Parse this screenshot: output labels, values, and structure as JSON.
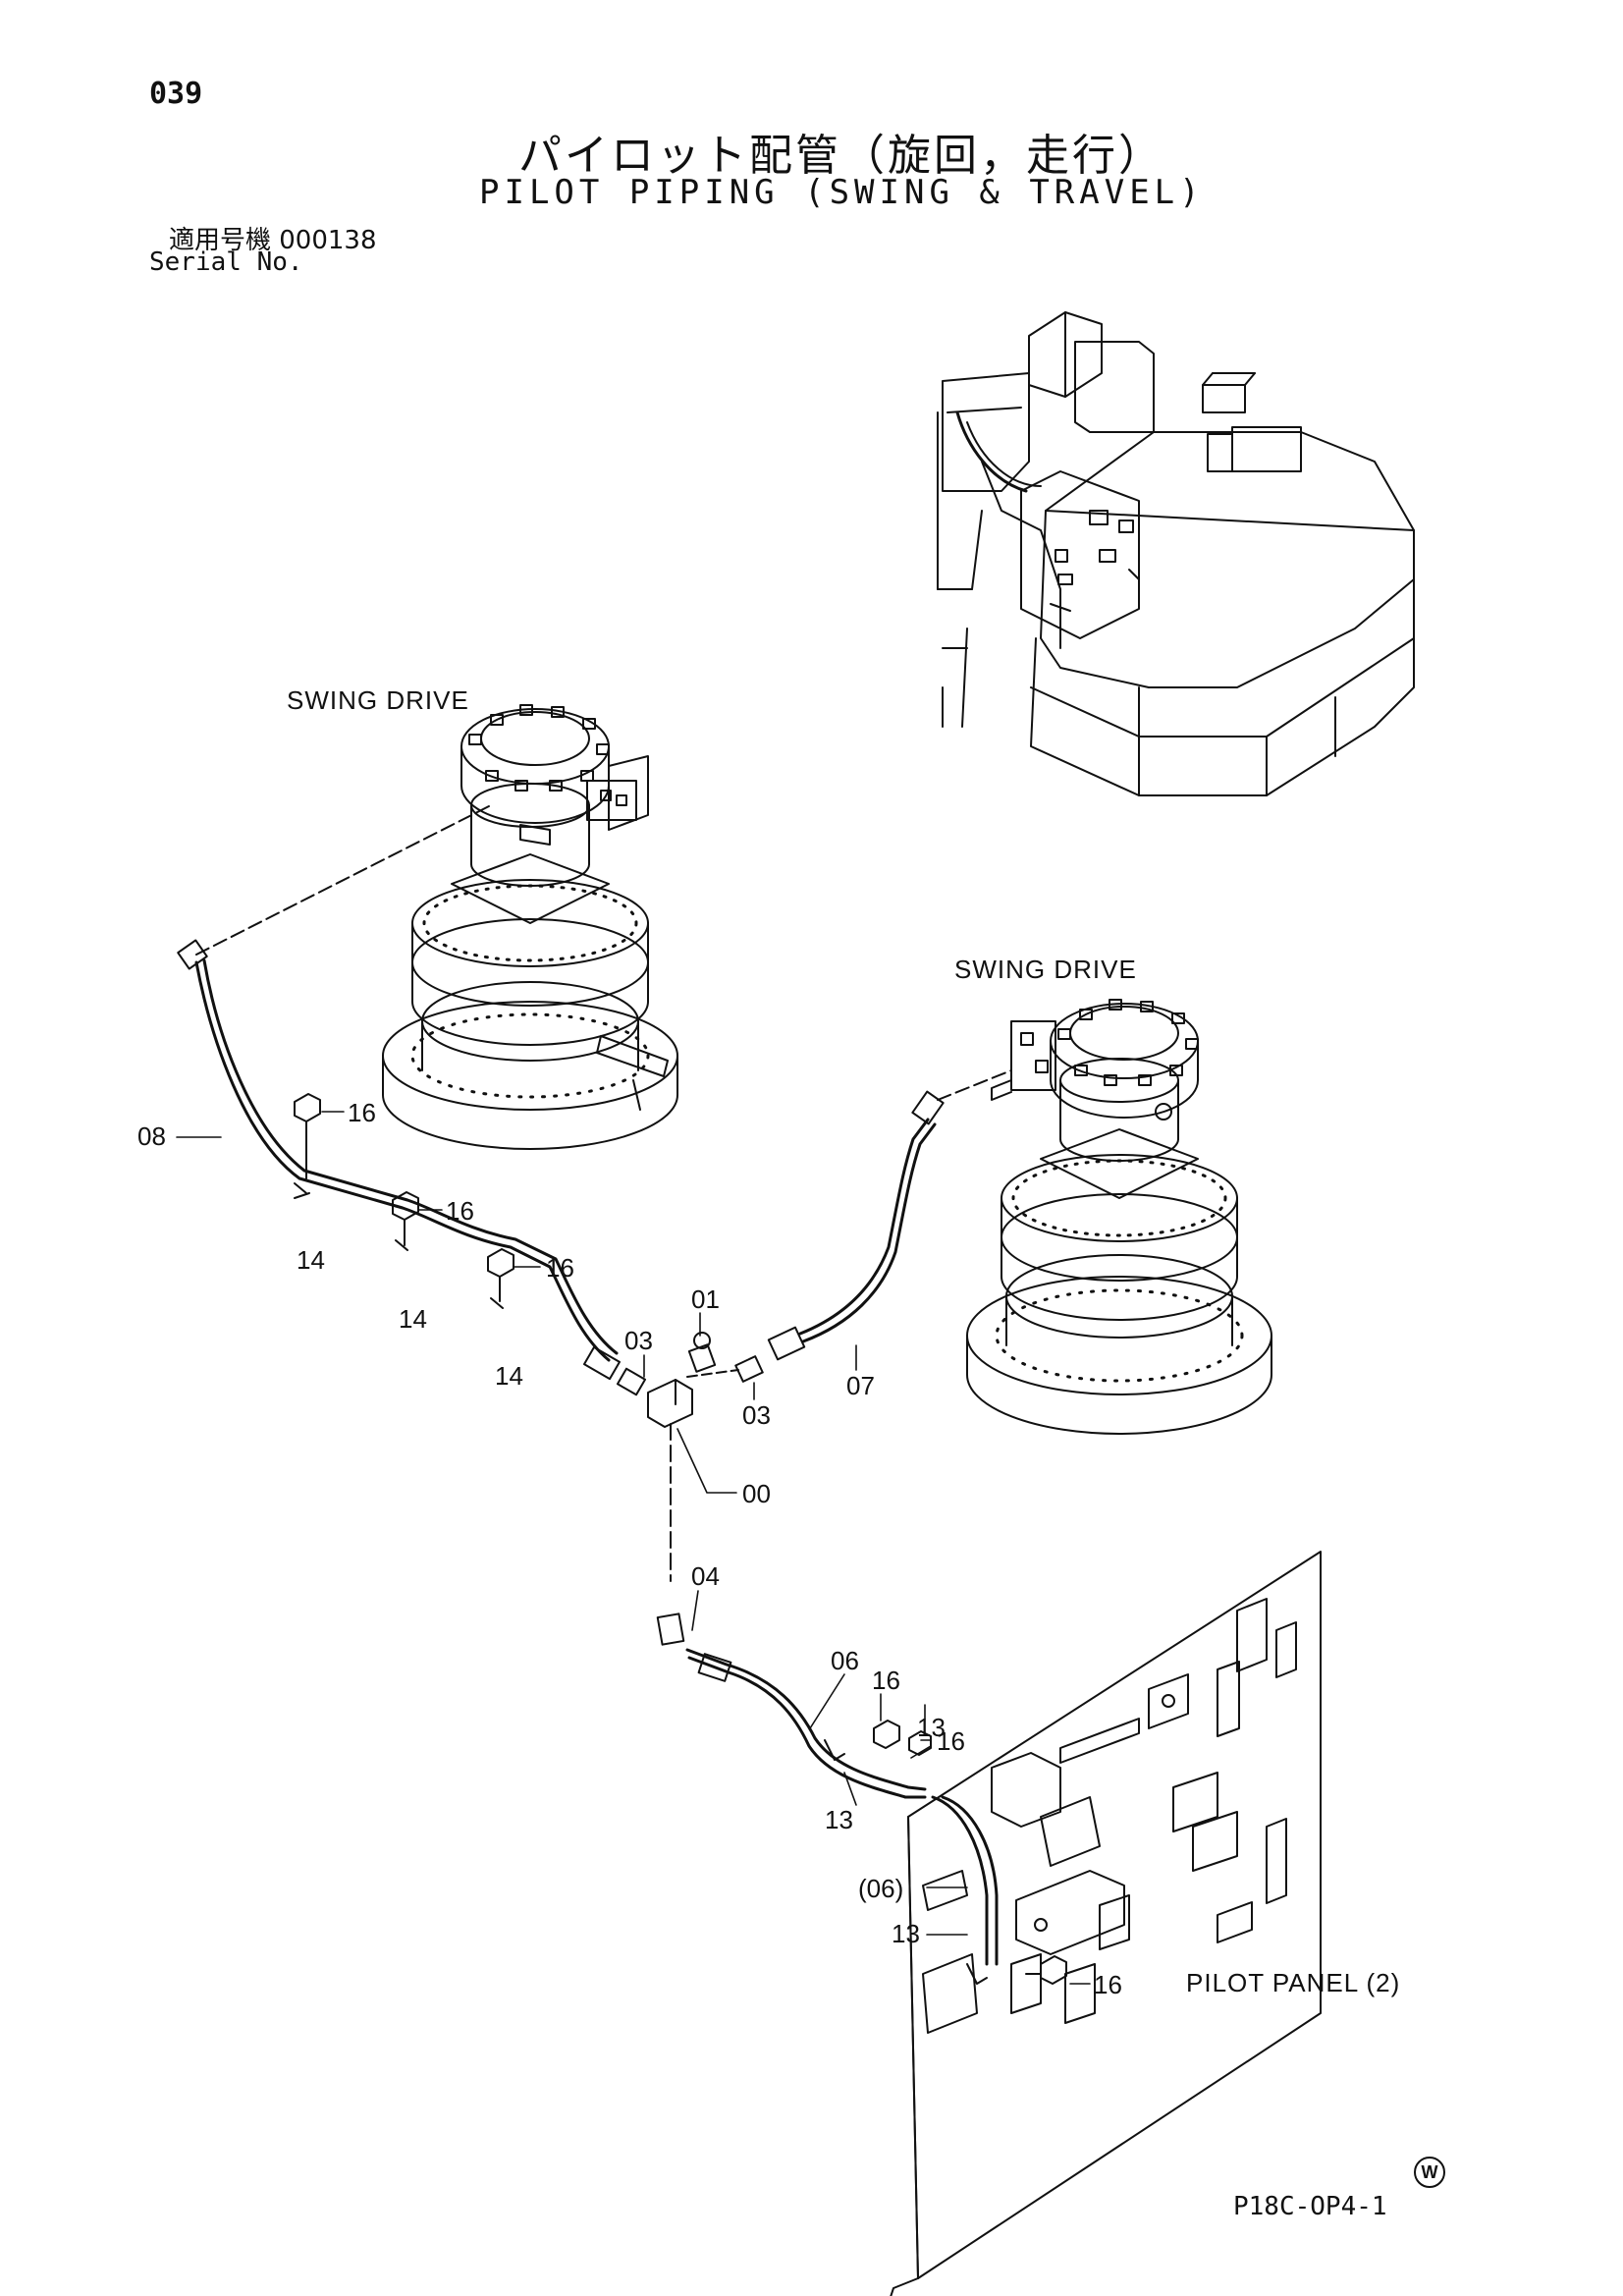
{
  "header": {
    "page_number": "039",
    "title_jp": "パイロット配管（旋回，走行）",
    "title_en": "PILOT PIPING (SWING & TRAVEL)",
    "serial_jp": "適用号機 000138",
    "serial_en": "Serial No."
  },
  "assemblies": {
    "swing_drive_left": "SWING DRIVE",
    "swing_drive_right": "SWING DRIVE",
    "pilot_panel": "PILOT PANEL (2)"
  },
  "callouts": {
    "c00": "00",
    "c01": "01",
    "c03a": "03",
    "c03b": "03",
    "c04": "04",
    "c06": "06",
    "c06p": "(06)",
    "c07": "07",
    "c08": "08",
    "c13a": "13",
    "c13b": "13",
    "c13c": "13",
    "c14a": "14",
    "c14b": "14",
    "c14c": "14",
    "c16a": "16",
    "c16b": "16",
    "c16c": "16",
    "c16d": "16",
    "c16e": "16",
    "c16f": "16"
  },
  "footer": {
    "doc_ref": "P18C-OP4-1",
    "mark": "W"
  }
}
